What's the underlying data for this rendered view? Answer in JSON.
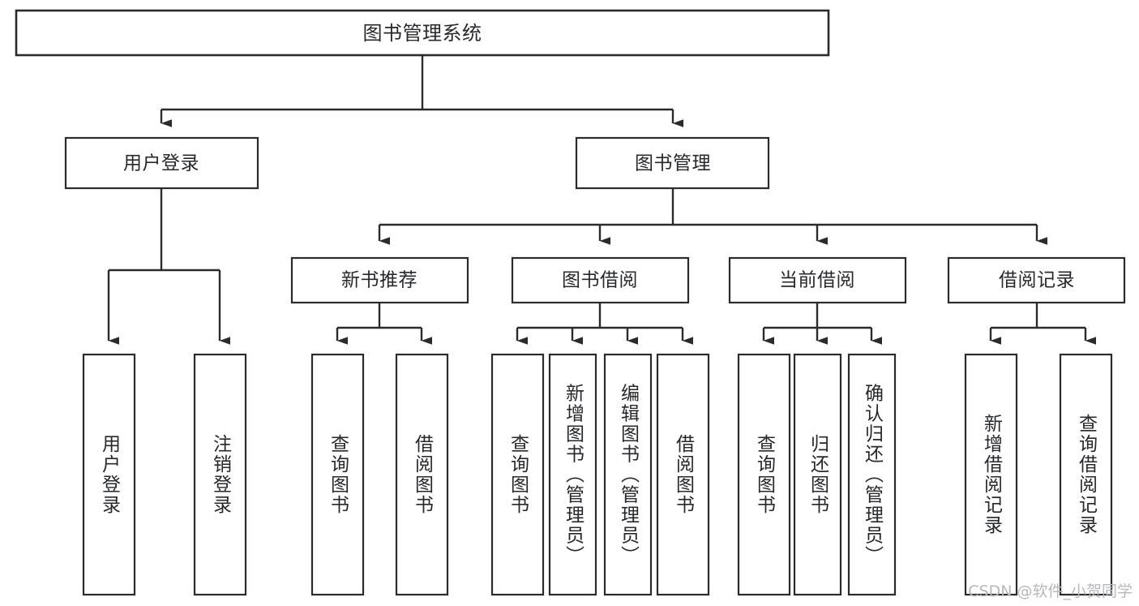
{
  "diagram": {
    "title": "图书管理系统",
    "type": "hierarchy-tree",
    "watermark": "CSDN @软件_小贺同学",
    "colors": {
      "box_stroke": "#2b2b2b",
      "box_fill": "#ffffff",
      "text": "#26282b",
      "connector": "#2b2b2b",
      "watermark": "#b6b8bb",
      "background": "#ffffff"
    },
    "levels": {
      "root": "图书管理系统",
      "level2": [
        "用户登录",
        "图书管理"
      ],
      "level3": [
        "新书推荐",
        "图书借阅",
        "当前借阅",
        "借阅记录"
      ]
    },
    "nodes": {
      "root": {
        "label": "图书管理系统"
      },
      "user_login": {
        "label": "用户登录"
      },
      "book_manage": {
        "label": "图书管理"
      },
      "new_book_rec": {
        "label": "新书推荐"
      },
      "book_borrow": {
        "label": "图书借阅"
      },
      "current_borrow": {
        "label": "当前借阅"
      },
      "borrow_record": {
        "label": "借阅记录"
      },
      "leaf_user_login": {
        "label": "用户登录"
      },
      "leaf_user_logout": {
        "label": "注销登录"
      },
      "leaf_rec_query_book": {
        "label": "查询图书"
      },
      "leaf_rec_borrow_book": {
        "label": "借阅图书"
      },
      "leaf_borrow_query_book": {
        "label": "查询图书"
      },
      "leaf_borrow_add_book": {
        "label": "新增图书（管理员）"
      },
      "leaf_borrow_edit_book": {
        "label": "编辑图书（管理员）"
      },
      "leaf_borrow_borrow_book": {
        "label": "借阅图书"
      },
      "leaf_cur_query_book": {
        "label": "查询图书"
      },
      "leaf_cur_return_book": {
        "label": "归还图书"
      },
      "leaf_cur_confirm_return": {
        "label": "确认归还（管理员）"
      },
      "leaf_rec_add_record": {
        "label": "新增借阅记录"
      },
      "leaf_rec_query_record": {
        "label": "查询借阅记录"
      }
    },
    "edges": [
      {
        "from": "图书管理系统",
        "to": "用户登录"
      },
      {
        "from": "图书管理系统",
        "to": "图书管理"
      },
      {
        "from": "用户登录",
        "to": "用户登录"
      },
      {
        "from": "用户登录",
        "to": "注销登录"
      },
      {
        "from": "图书管理",
        "to": "新书推荐"
      },
      {
        "from": "图书管理",
        "to": "图书借阅"
      },
      {
        "from": "图书管理",
        "to": "当前借阅"
      },
      {
        "from": "图书管理",
        "to": "借阅记录"
      },
      {
        "from": "新书推荐",
        "to": "查询图书"
      },
      {
        "from": "新书推荐",
        "to": "借阅图书"
      },
      {
        "from": "图书借阅",
        "to": "查询图书"
      },
      {
        "from": "图书借阅",
        "to": "新增图书（管理员）"
      },
      {
        "from": "图书借阅",
        "to": "编辑图书（管理员）"
      },
      {
        "from": "图书借阅",
        "to": "借阅图书"
      },
      {
        "from": "当前借阅",
        "to": "查询图书"
      },
      {
        "from": "当前借阅",
        "to": "归还图书"
      },
      {
        "from": "当前借阅",
        "to": "确认归还（管理员）"
      },
      {
        "from": "借阅记录",
        "to": "新增借阅记录"
      },
      {
        "from": "借阅记录",
        "to": "查询借阅记录"
      }
    ]
  }
}
